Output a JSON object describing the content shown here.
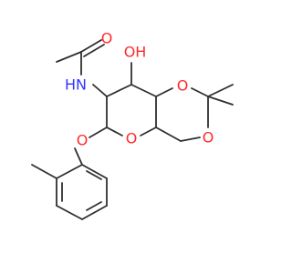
{
  "molecule": {
    "atoms": {
      "carbonyl_oxygen": "O",
      "amide_nitrogen": "N",
      "amide_hydrogen": "H",
      "hydroxyl": "OH",
      "dioxane_oxygen_upper": "O",
      "dioxane_oxygen_lower": "O",
      "pyran_oxygen": "O",
      "aryl_ether_oxygen": "O"
    },
    "colors": {
      "bond": "#2f2f2f",
      "oxygen": "#ff2a2a",
      "nitrogen": "#3333ff"
    }
  }
}
